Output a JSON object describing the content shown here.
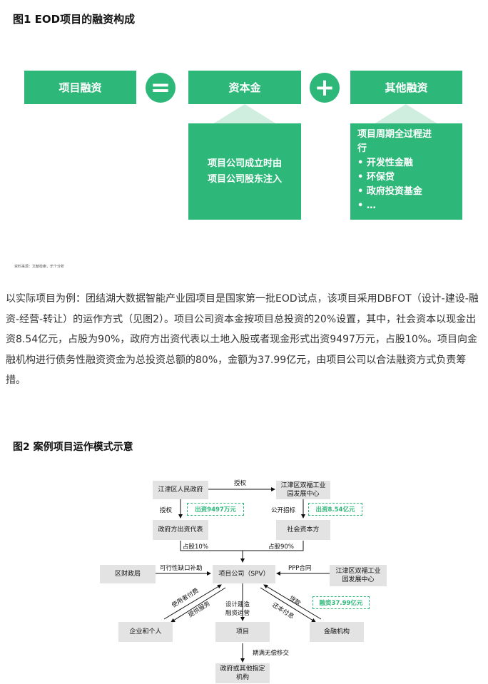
{
  "fig1": {
    "title": "图1  EOD项目的融资构成",
    "box_project_financing": "项目融资",
    "equals_symbol": "=",
    "box_capital": "资本金",
    "plus_symbol": "+",
    "box_other": "其他融资",
    "capital_detail": [
      "项目公司成立时由",
      "项目公司股东注入"
    ],
    "other_detail_heading": [
      "项目周期全过程进",
      "行"
    ],
    "other_detail_items": [
      "•  开发性金融",
      "•  环保贷",
      "•  政府投资基金",
      "•  …"
    ],
    "source": "资料来源：文献检索，乐个分析"
  },
  "paragraph": "以实际项目为例：团结湖大数据智能产业园项目是国家第一批EOD试点，该项目采用DBFOT（设计-建设-融资-经营-转让）的运作方式（见图2）。项目公司资本金按项目总投资的20%设置，其中，社会资本以现金出资8.54亿元，占股为90%，政府方出资代表以土地入股或者现金形式出资9497万元，占股10%。项目向金融机构进行债务性融资资金为总投资总额的80%，金额为37.99亿元，由项目公司以合法融资方式负责筹措。",
  "fig2": {
    "title": "图2  案例项目运作模式示意",
    "nodes": {
      "jiangjin_gov": "江津区人民政府",
      "shuangfu_center_top": [
        "江津区双福工业",
        "园发展中心"
      ],
      "gov_investor": "政府方出资代表",
      "social_capital": "社会资本方",
      "finance_bureau": "区财政局",
      "spv": "项目公司（SPV）",
      "shuangfu_center_right": [
        "江津区双福工业",
        "园发展中心"
      ],
      "enterprises": "企业和个人",
      "project": "项目",
      "financial_inst": "金融机构",
      "gov_designated": [
        "政府或其他指定",
        "机构"
      ]
    },
    "labels": {
      "authorize_top": "授权",
      "authorize_left": "授权",
      "invest_9497": "出资9497万元",
      "public_bid": "公开招标",
      "invest_854": "出资8.54亿元",
      "share_10": "占股10%",
      "share_90": "占股90%",
      "viability_gap": "可行性缺口补助",
      "ppp_contract": "PPP合同",
      "user_payment": "使用者付费",
      "provide_service": "提供服务",
      "loan": "贷款",
      "repay": "还本付息",
      "finance_3799": "融资37.99亿元",
      "design_build": [
        "设计建造",
        "融资运营"
      ],
      "free_transfer": "期满无偿移交"
    },
    "accent_color": "#2db87a"
  }
}
